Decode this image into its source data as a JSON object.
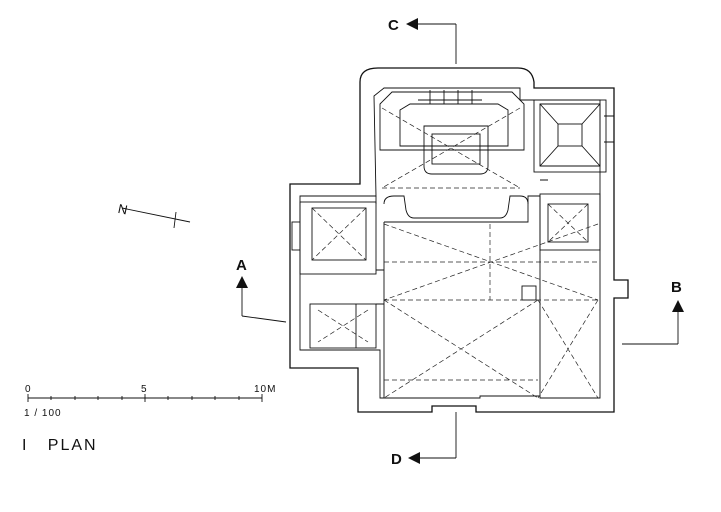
{
  "sections": {
    "c": "C",
    "d": "D",
    "a": "A",
    "b": "B"
  },
  "north": "N",
  "scale_bar": {
    "tick_start": "0",
    "tick_mid": "5",
    "tick_end": "10M",
    "ratio": "1 / 100"
  },
  "title": "I   PLAN"
}
